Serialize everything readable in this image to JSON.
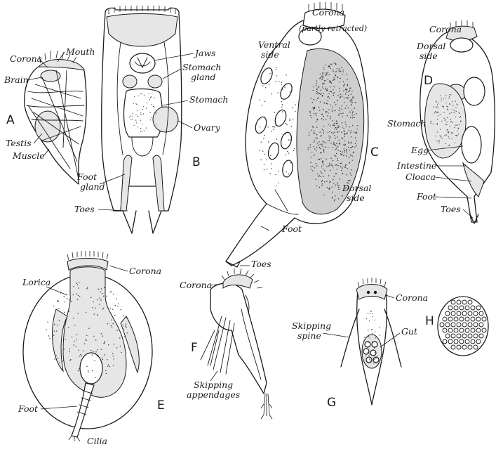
{
  "figures": {
    "A": {
      "letter": "A",
      "labels": {
        "corona": "Corona",
        "mouth": "Mouth",
        "brain": "Brain",
        "testis": "Testis",
        "muscle": "Muscle"
      }
    },
    "B": {
      "letter": "B",
      "labels": {
        "jaws": "Jaws",
        "stomach_gland_1": "Stomach",
        "stomach_gland_2": "gland",
        "stomach": "Stomach",
        "ovary": "Ovary",
        "foot_gland_1": "Foot",
        "foot_gland_2": "gland",
        "toes": "Toes"
      }
    },
    "C": {
      "letter": "C",
      "labels": {
        "corona": "Corona",
        "partly_retracted": "(partly retracted)",
        "ventral_1": "Ventral",
        "ventral_2": "side",
        "dorsal_1": "Dorsal",
        "dorsal_2": "side",
        "foot": "Foot",
        "toes": "Toes"
      }
    },
    "D": {
      "letter": "D",
      "labels": {
        "corona": "Corona",
        "dorsal_1": "Dorsal",
        "dorsal_2": "side",
        "stomach": "Stomach",
        "egg": "Egg",
        "intestine": "Intestine",
        "cloaca": "Cloaca",
        "foot": "Foot",
        "toes": "Toes"
      }
    },
    "E": {
      "letter": "E",
      "labels": {
        "corona": "Corona",
        "lorica": "Lorica",
        "foot": "Foot",
        "cilia": "Cilia"
      }
    },
    "F": {
      "letter": "F",
      "labels": {
        "corona": "Corona",
        "skipping_1": "Skipping",
        "skipping_2": "appendages"
      }
    },
    "G": {
      "letter": "G",
      "labels": {
        "corona": "Corona",
        "skipping_1": "Skipping",
        "skipping_2": "spine",
        "gut": "Gut"
      }
    },
    "H": {
      "letter": "H"
    }
  }
}
